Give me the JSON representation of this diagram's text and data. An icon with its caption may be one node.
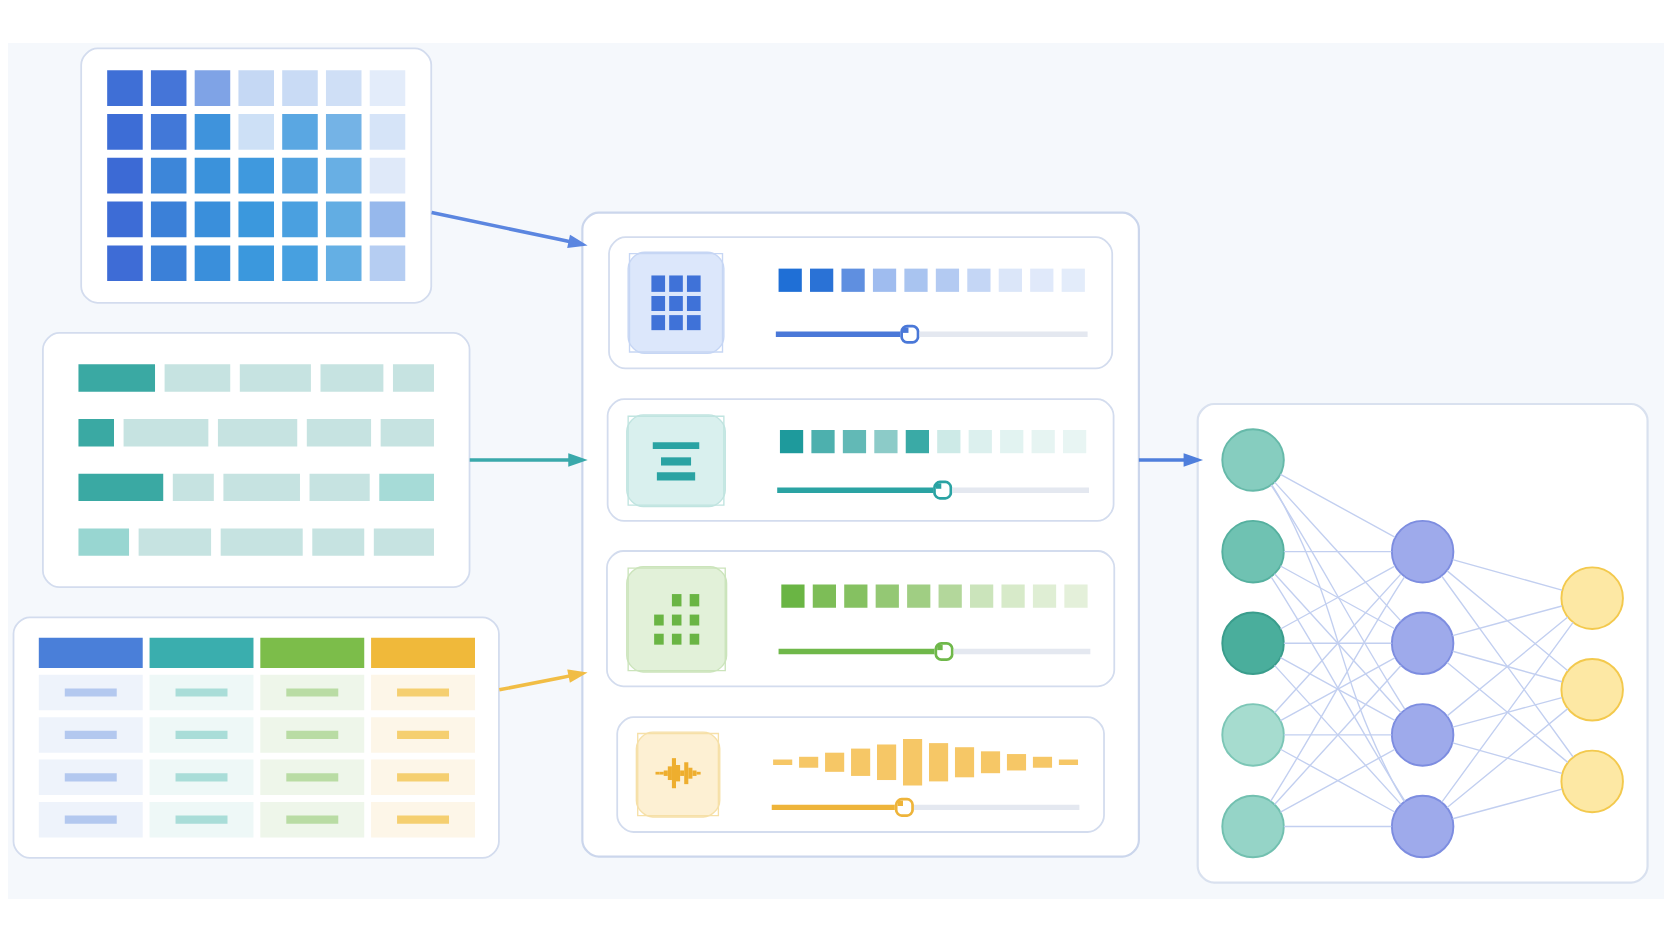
{
  "diagram": {
    "nodes": [
      {
        "text": [],
        "shape": "picture"
      },
      {
        "text": [],
        "shape": "picture"
      },
      {
        "text": [],
        "shape": "picture"
      },
      {
        "text": [],
        "shape": "box"
      },
      {
        "text": [],
        "shape": "box",
        "in": 3
      },
      {
        "text": [],
        "shape": "box",
        "in": 3
      },
      {
        "text": [],
        "shape": "box",
        "in": 3
      },
      {
        "text": [],
        "shape": "box",
        "in": 3
      },
      {
        "text": [],
        "shape": "box"
      },
      {
        "text": [],
        "shape": "circle",
        "in": 8
      },
      {
        "text": [],
        "shape": "circle",
        "in": 8
      },
      {
        "text": [],
        "shape": "circle",
        "in": 8
      },
      {
        "text": [],
        "shape": "circle",
        "in": 8
      },
      {
        "text": [],
        "shape": "circle",
        "in": 8
      },
      {
        "text": [],
        "shape": "circle",
        "in": 8
      },
      {
        "text": [],
        "shape": "circle",
        "in": 8
      },
      {
        "text": [],
        "shape": "circle",
        "in": 8
      },
      {
        "text": [],
        "shape": "circle",
        "in": 8
      },
      {
        "text": [],
        "shape": "circle",
        "in": 8
      },
      {
        "text": [],
        "shape": "circle",
        "in": 8
      },
      {
        "text": [],
        "shape": "circle",
        "in": 8
      }
    ],
    "edges": [
      {
        "from": 0,
        "to": 3,
        "arrow": "to",
        "color": "#5b86e0"
      },
      {
        "from": 1,
        "to": 3,
        "arrow": "to",
        "color": "#3aa9ab"
      },
      {
        "from": 2,
        "to": 3,
        "arrow": "to",
        "color": "#f1bd45"
      },
      {
        "from": 3,
        "to": 8,
        "arrow": "to",
        "color": "#4f7fdc"
      },
      {
        "from": 9,
        "to": 14,
        "arrow": "none"
      },
      {
        "from": 9,
        "to": 15,
        "arrow": "none"
      },
      {
        "from": 9,
        "to": 16,
        "arrow": "none"
      },
      {
        "from": 9,
        "to": 17,
        "arrow": "none"
      },
      {
        "from": 10,
        "to": 14,
        "arrow": "none"
      },
      {
        "from": 10,
        "to": 15,
        "arrow": "none"
      },
      {
        "from": 10,
        "to": 16,
        "arrow": "none"
      },
      {
        "from": 10,
        "to": 17,
        "arrow": "none"
      },
      {
        "from": 11,
        "to": 14,
        "arrow": "none"
      },
      {
        "from": 11,
        "to": 15,
        "arrow": "none"
      },
      {
        "from": 11,
        "to": 16,
        "arrow": "none"
      },
      {
        "from": 11,
        "to": 17,
        "arrow": "none"
      },
      {
        "from": 12,
        "to": 14,
        "arrow": "none"
      },
      {
        "from": 12,
        "to": 15,
        "arrow": "none"
      },
      {
        "from": 12,
        "to": 16,
        "arrow": "none"
      },
      {
        "from": 12,
        "to": 17,
        "arrow": "none"
      },
      {
        "from": 13,
        "to": 14,
        "arrow": "none"
      },
      {
        "from": 13,
        "to": 15,
        "arrow": "none"
      },
      {
        "from": 13,
        "to": 16,
        "arrow": "none"
      },
      {
        "from": 13,
        "to": 17,
        "arrow": "none"
      },
      {
        "from": 14,
        "to": 18,
        "arrow": "none"
      },
      {
        "from": 14,
        "to": 19,
        "arrow": "none"
      },
      {
        "from": 14,
        "to": 20,
        "arrow": "none"
      },
      {
        "from": 15,
        "to": 18,
        "arrow": "none"
      },
      {
        "from": 15,
        "to": 19,
        "arrow": "none"
      },
      {
        "from": 15,
        "to": 20,
        "arrow": "none"
      },
      {
        "from": 16,
        "to": 18,
        "arrow": "none"
      },
      {
        "from": 16,
        "to": 19,
        "arrow": "none"
      },
      {
        "from": 16,
        "to": 20,
        "arrow": "none"
      },
      {
        "from": 17,
        "to": 18,
        "arrow": "none"
      },
      {
        "from": 17,
        "to": 19,
        "arrow": "none"
      },
      {
        "from": 17,
        "to": 20,
        "arrow": "none"
      }
    ]
  }
}
